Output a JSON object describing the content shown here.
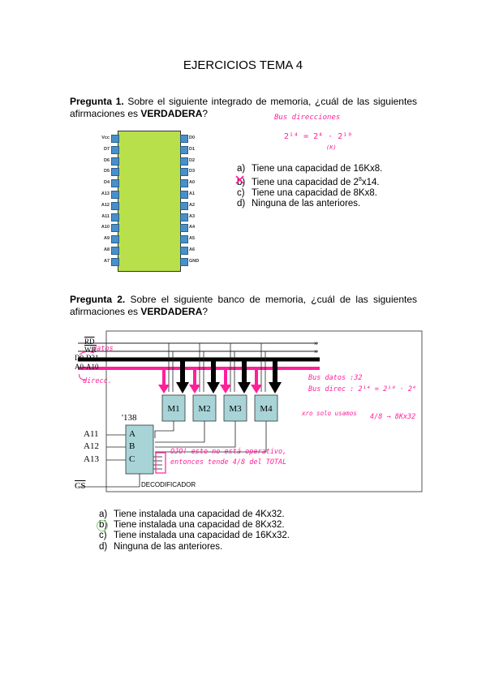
{
  "title": "EJERCICIOS TEMA 4",
  "q1": {
    "label": "Pregunta 1.",
    "text": "Sobre el siguiente integrado de memoria, ¿cuál de las siguientes afirmaciones es ",
    "bold": "VERDADERA",
    "end": "?",
    "pins_left": [
      "Vcc",
      "D7",
      "D6",
      "D5",
      "D4",
      "A13",
      "A12",
      "A11",
      "A10",
      "A9",
      "A8",
      "A7"
    ],
    "pins_right": [
      "D0",
      "D1",
      "D2",
      "D3",
      "A0",
      "A1",
      "A2",
      "A3",
      "A4",
      "A5",
      "A6",
      "GND"
    ],
    "options": [
      {
        "letter": "a)",
        "text": "Tiene una capacidad de 16Kx8."
      },
      {
        "letter": "b)",
        "text": "Tiene una capacidad de 2",
        "sup": "8",
        "after": "x14."
      },
      {
        "letter": "c)",
        "text": "Tiene una capacidad de 8Kx8."
      },
      {
        "letter": "d)",
        "text": "Ninguna de las anteriores."
      }
    ],
    "note_title": "Bus direcciones",
    "note_formula": "2¹⁴ = 2⁴ · 2¹⁰",
    "note_k": "(K)"
  },
  "q2": {
    "label": "Pregunta 2.",
    "text": "Sobre el siguiente banco de memoria, ¿cuál de las siguientes afirmaciones es ",
    "bold": "VERDADERA",
    "end": "?",
    "signals": {
      "rd": "RD",
      "wr": "WR",
      "data": "D0-D31",
      "addr": "A0-A10"
    },
    "modules": [
      "M1",
      "M2",
      "M3",
      "M4"
    ],
    "decoder_label": "'138",
    "decoder_inputs": [
      "A",
      "B",
      "C"
    ],
    "addr_inputs": [
      "A11",
      "A12",
      "A13"
    ],
    "cs": "CS",
    "decoder_name": "DECODIFICADOR",
    "notes": {
      "datos": "datos",
      "direcc": "direcc.",
      "bus_datos": "Bus datos :32",
      "bus_direc": "Bus direc : 2¹⁴ = 2¹⁰ · 2⁴",
      "solo": "xro solo usamos",
      "fraction": "4/8 → 8Kx32",
      "ojo1": "OJO! esto no está operativo,",
      "ojo2": "entonces tende 4/8 del TOTAL"
    },
    "options": [
      {
        "letter": "a)",
        "text": "Tiene instalada una capacidad de 4Kx32."
      },
      {
        "letter": "b)",
        "text": "Tiene instalada una capacidad de 8Kx32."
      },
      {
        "letter": "c)",
        "text": "Tiene instalada una capacidad de 16Kx32."
      },
      {
        "letter": "d)",
        "text": "Ninguna de las anteriores."
      }
    ]
  },
  "colors": {
    "chip": "#b8e04a",
    "pin": "#4a90c8",
    "highlight": "#ff1f9a",
    "decoder": "#a8d4d8",
    "green": "#9ee08a"
  }
}
